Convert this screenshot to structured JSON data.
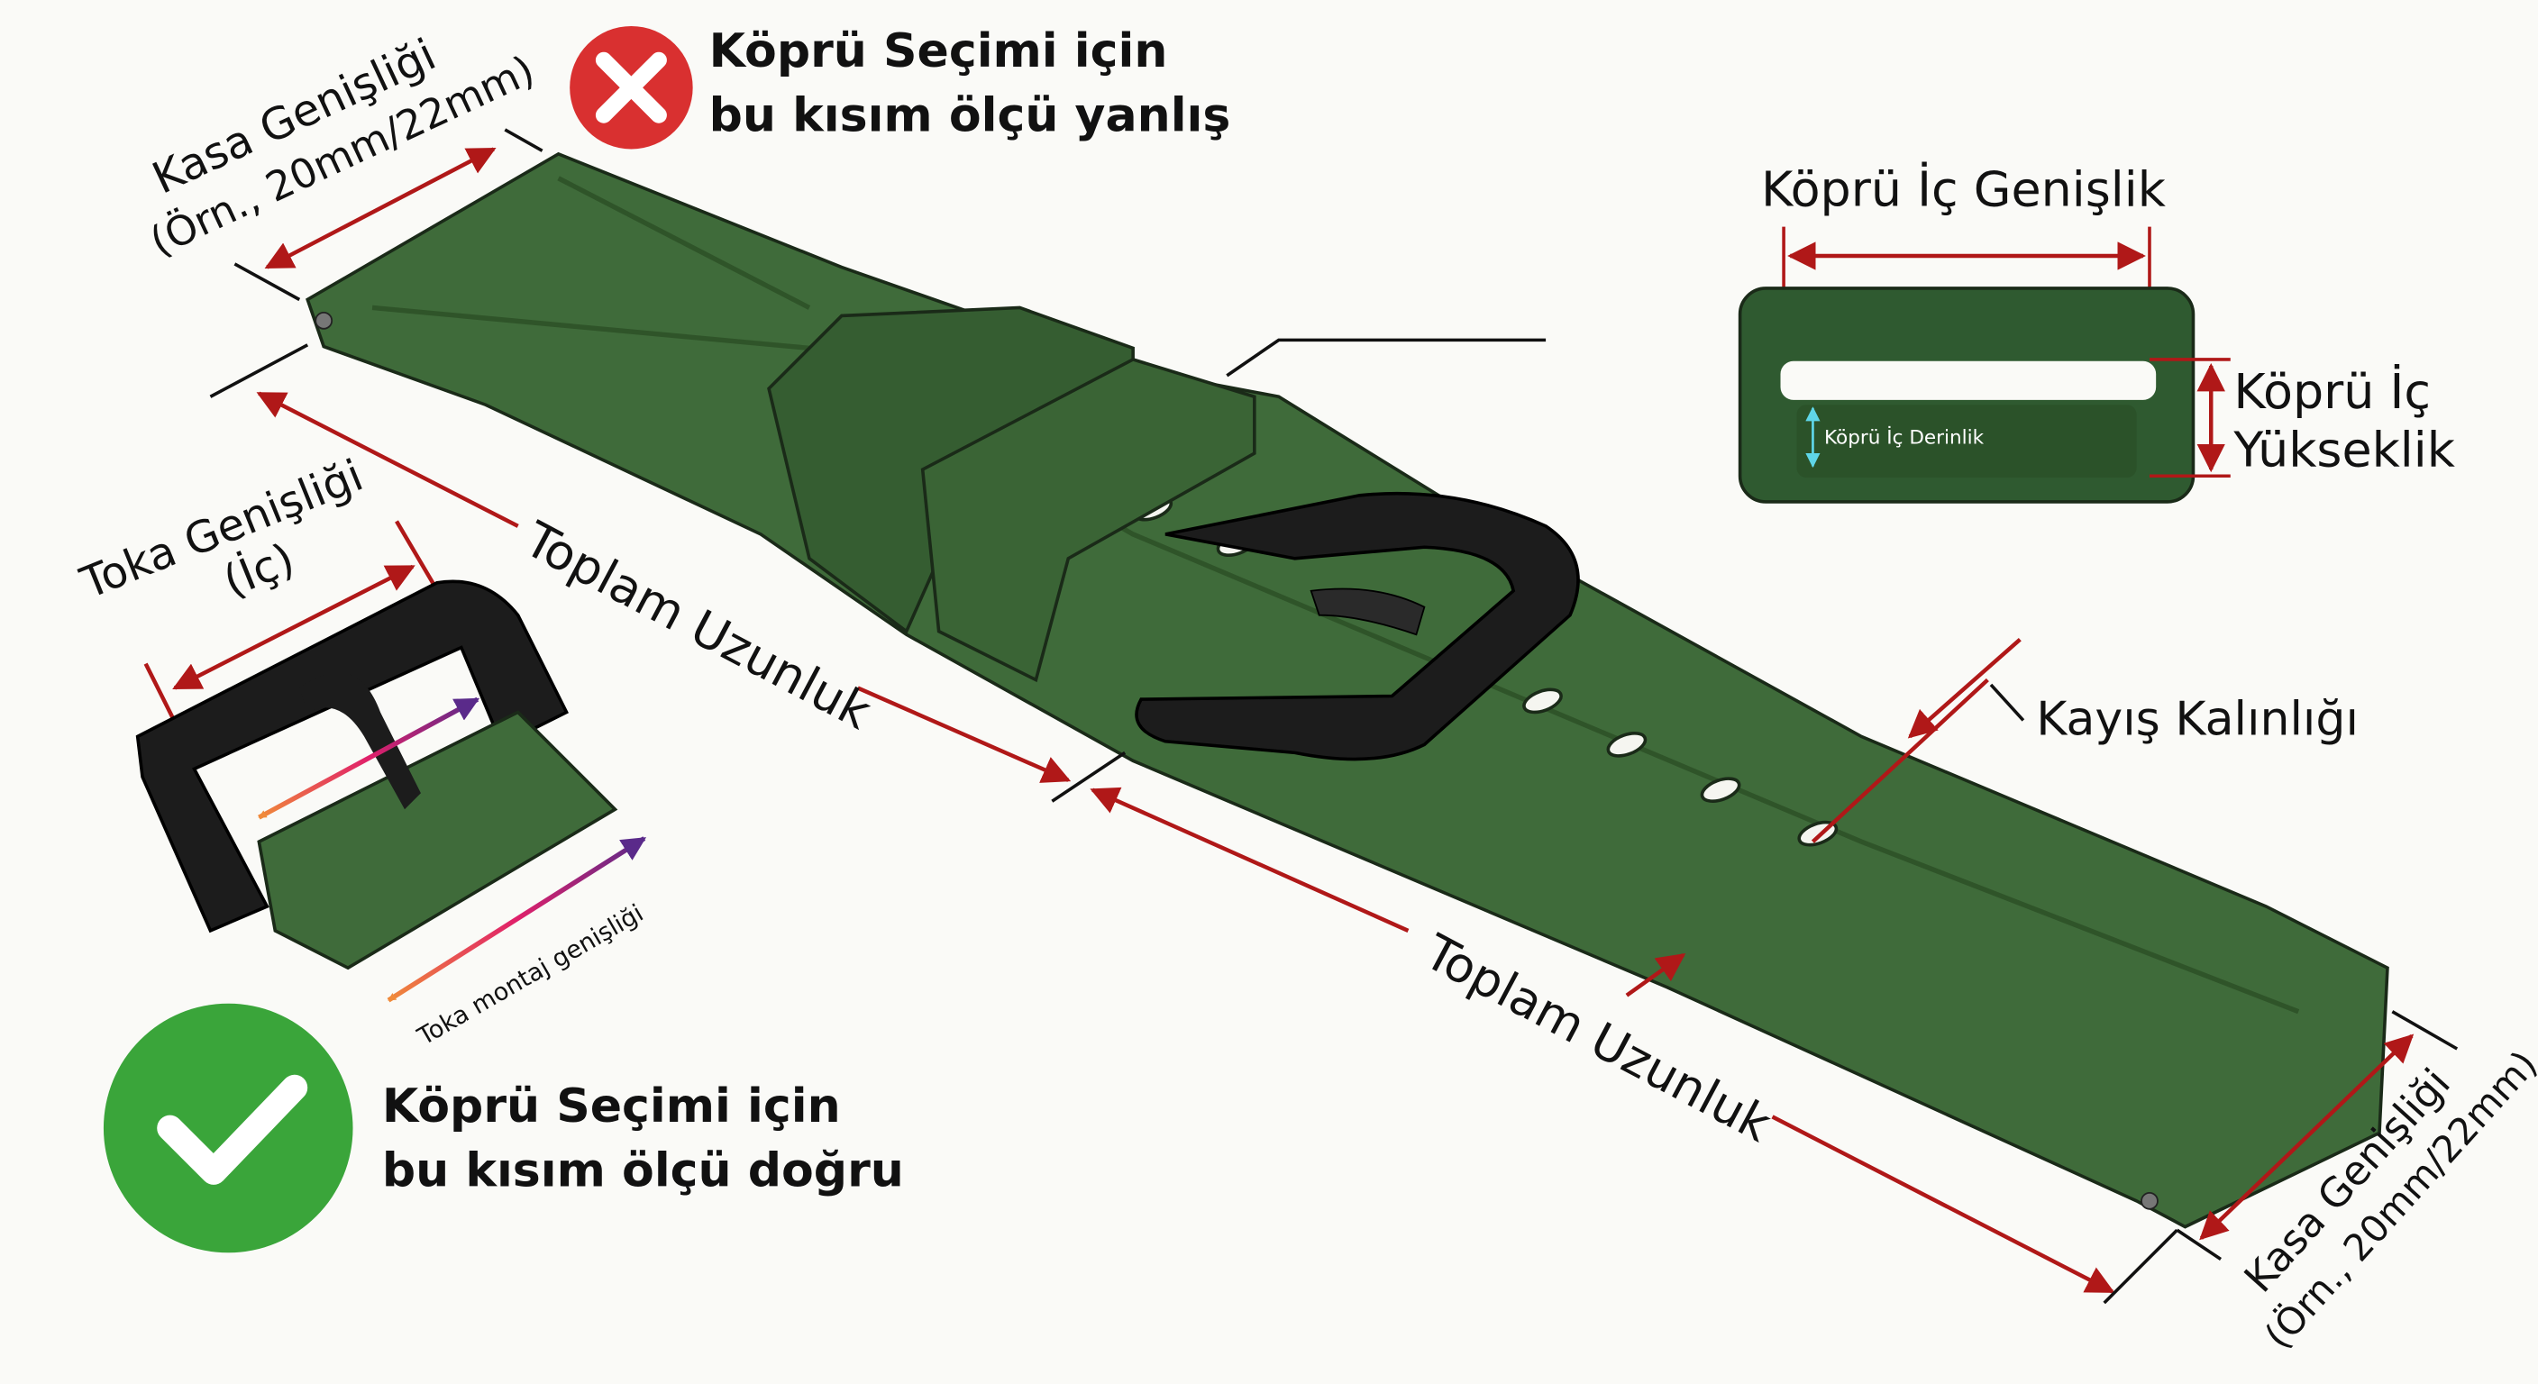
{
  "colors": {
    "strap": "#3f6b3a",
    "strap_dark": "#2f5429",
    "buckle": "#1c1c1c",
    "arrow": "#b01818",
    "wrong": "#d93030",
    "right": "#3aa53a",
    "depth_arrow": "#5fd6e8"
  },
  "icons": {
    "wrong": "x-circle-icon",
    "right": "check-circle-icon"
  },
  "wrong_note": {
    "line1": "Köprü Seçimi için",
    "line2": "bu kısım ölçü yanlış"
  },
  "right_note": {
    "line1": "Köprü Seçimi için",
    "line2": "bu kısım ölçü doğru"
  },
  "case_width_top": {
    "line1": "Kasa Genişliği",
    "line2": "(Örn., 20mm/22mm)"
  },
  "case_width_bottom": {
    "line1": "Kasa Genişliği",
    "line2": "(Örn., 20mm/22mm)"
  },
  "buckle_width": {
    "line1": "Toka Genişliği",
    "line2": "(İç)"
  },
  "buckle_mount": "Toka montaj genişliği",
  "total_length_1": "Toplam Uzunluk",
  "total_length_2": "Toplam Uzunluk",
  "strap_thickness": "Kayış Kalınlığı",
  "keeper": {
    "inner_width": "Köprü İç Genişlik",
    "inner_height_line1": "Köprü İç",
    "inner_height_line2": "Yükseklik",
    "inner_depth": "Köprü İç Derinlik"
  }
}
